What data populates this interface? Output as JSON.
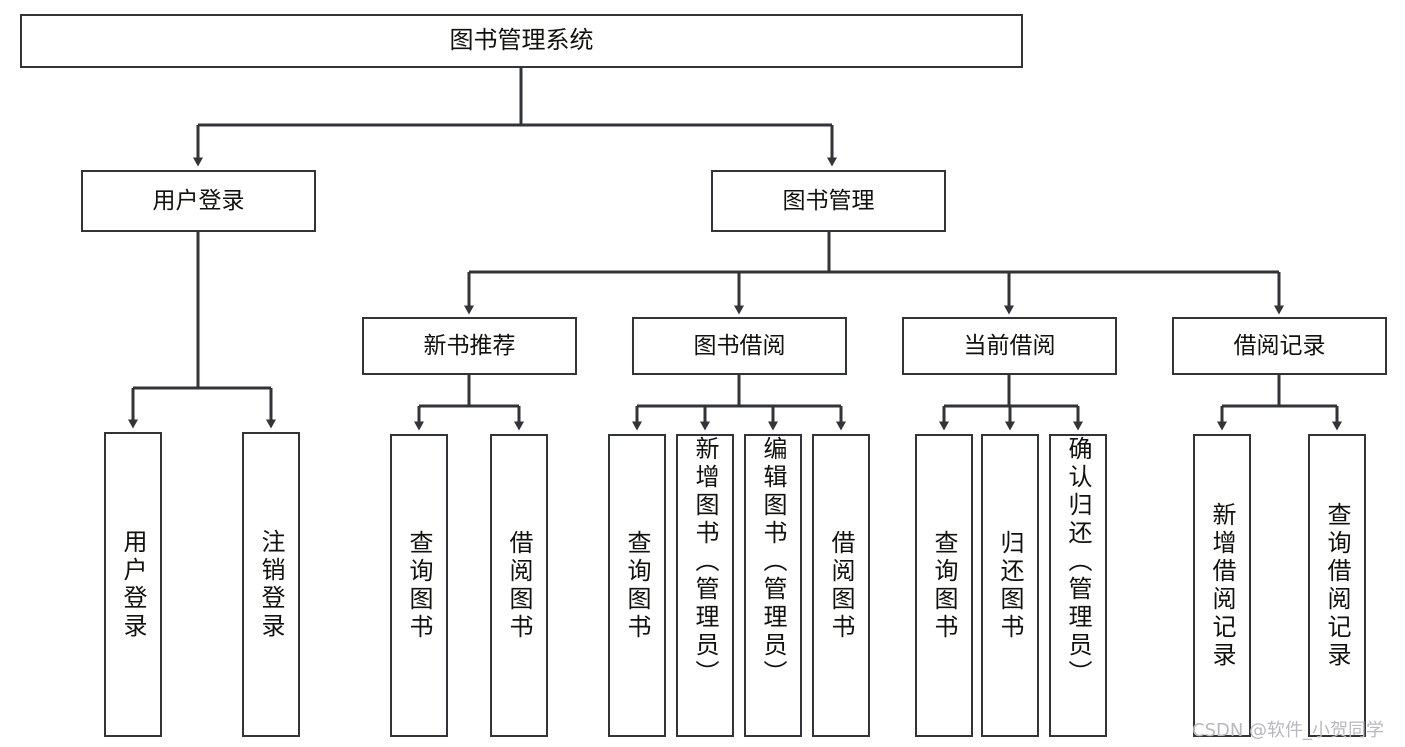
{
  "diagram": {
    "type": "tree",
    "title": "图书管理系统",
    "watermark": "CSDN @软件_小贺同学",
    "colors": {
      "stroke": "#33333a",
      "fill": "#ffffff",
      "text": "#11110f",
      "watermark": "#b9b9bd"
    },
    "nodes": {
      "root": {
        "label": "图书管理系统"
      },
      "level2": [
        {
          "id": "user_login",
          "label": "用户登录"
        },
        {
          "id": "book_manage",
          "label": "图书管理"
        }
      ],
      "level3": [
        {
          "id": "new_book_rec",
          "label": "新书推荐"
        },
        {
          "id": "book_borrow",
          "label": "图书借阅"
        },
        {
          "id": "current_borrow",
          "label": "当前借阅"
        },
        {
          "id": "borrow_record",
          "label": "借阅记录"
        }
      ],
      "leaves": [
        {
          "id": "leaf_user_login",
          "label": "用户登录",
          "parent": "user_login"
        },
        {
          "id": "leaf_user_logout",
          "label": "注销登录",
          "parent": "user_login"
        },
        {
          "id": "leaf_query_book_1",
          "label": "查询图书",
          "parent": "new_book_rec"
        },
        {
          "id": "leaf_borrow_book_1",
          "label": "借阅图书",
          "parent": "new_book_rec"
        },
        {
          "id": "leaf_query_book_2",
          "label": "查询图书",
          "parent": "book_borrow"
        },
        {
          "id": "leaf_add_book",
          "label": "新增图书（管理员）",
          "parent": "book_borrow"
        },
        {
          "id": "leaf_edit_book",
          "label": "编辑图书（管理员）",
          "parent": "book_borrow"
        },
        {
          "id": "leaf_borrow_book_2",
          "label": "借阅图书",
          "parent": "book_borrow"
        },
        {
          "id": "leaf_query_book_3",
          "label": "查询图书",
          "parent": "current_borrow"
        },
        {
          "id": "leaf_return_book",
          "label": "归还图书",
          "parent": "current_borrow"
        },
        {
          "id": "leaf_confirm_return",
          "label": "确认归还（管理员）",
          "parent": "current_borrow"
        },
        {
          "id": "leaf_add_record",
          "label": "新增借阅记录",
          "parent": "borrow_record"
        },
        {
          "id": "leaf_query_record",
          "label": "查询借阅记录",
          "parent": "borrow_record"
        }
      ]
    }
  }
}
